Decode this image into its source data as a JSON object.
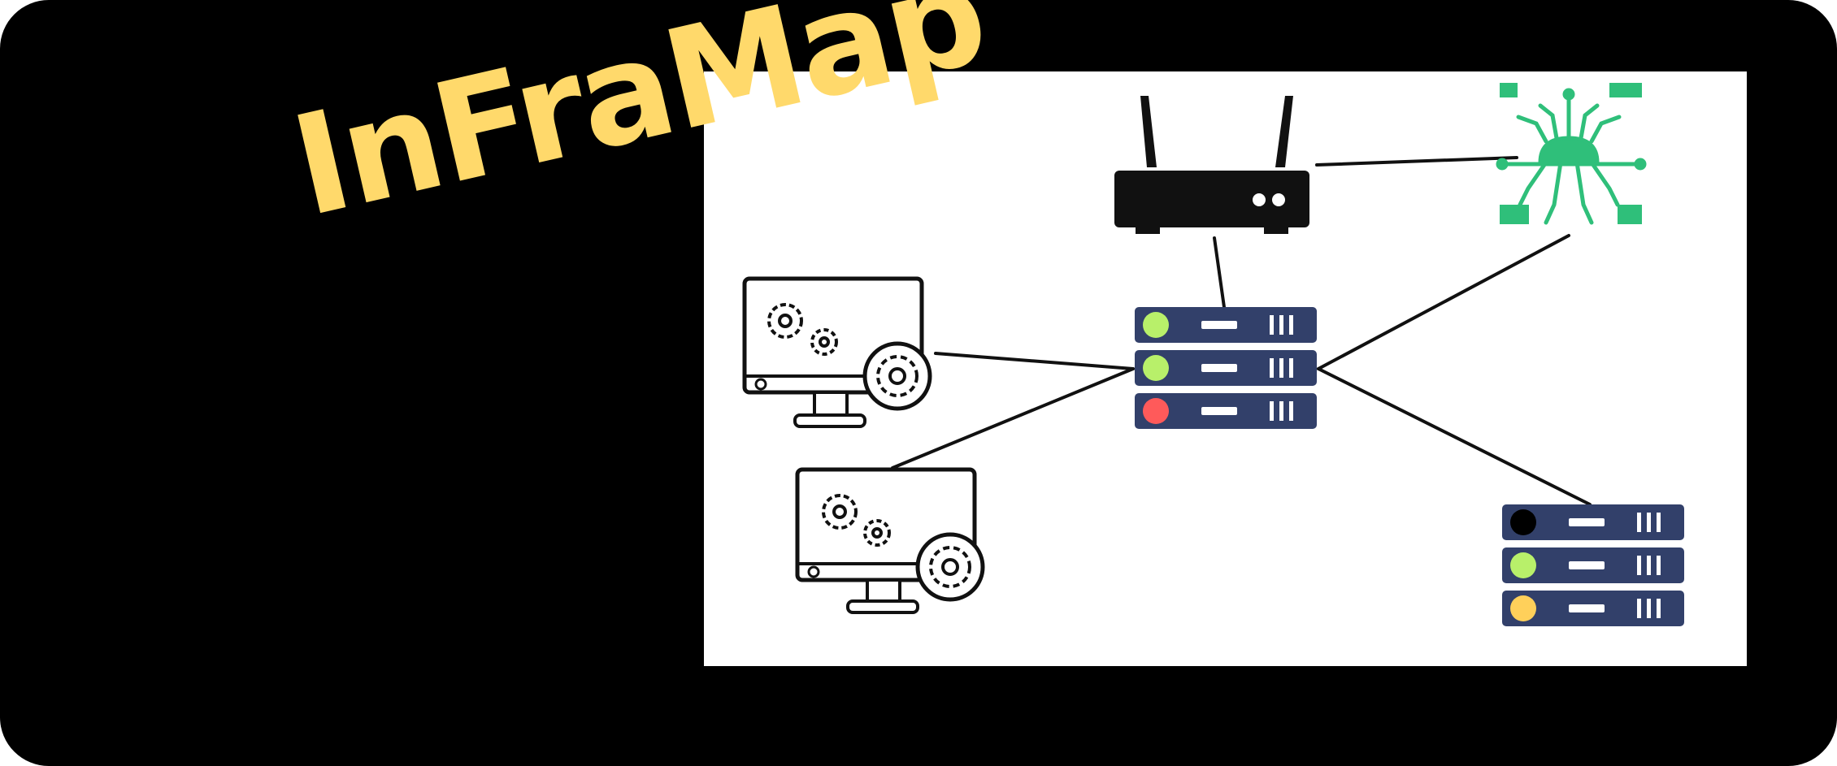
{
  "brand": {
    "name": "InFraMap",
    "color": "#ffd96b"
  },
  "colors": {
    "background": "#000000",
    "canvas": "#ffffff",
    "server_body": "#32406a",
    "chip": "#2fbf7a",
    "link": "#111111"
  },
  "nodes": [
    {
      "id": "router",
      "icon": "router-icon"
    },
    {
      "id": "network-chip",
      "icon": "circuit-chip-icon"
    },
    {
      "id": "workstation-1",
      "icon": "monitor-gears-icon"
    },
    {
      "id": "workstation-2",
      "icon": "monitor-gears-icon"
    },
    {
      "id": "server-main",
      "icon": "server-rack-icon",
      "status_lights": [
        "#b8f06a",
        "#b8f06a",
        "#ff5a5a"
      ]
    },
    {
      "id": "server-secondary",
      "icon": "server-rack-icon",
      "status_lights": [
        "#000000",
        "#b8f06a",
        "#ffd05a"
      ]
    }
  ],
  "links": [
    [
      "router",
      "network-chip"
    ],
    [
      "router",
      "server-main"
    ],
    [
      "workstation-1",
      "server-main"
    ],
    [
      "workstation-2",
      "server-main"
    ],
    [
      "network-chip",
      "server-main"
    ],
    [
      "server-main",
      "server-secondary"
    ]
  ]
}
